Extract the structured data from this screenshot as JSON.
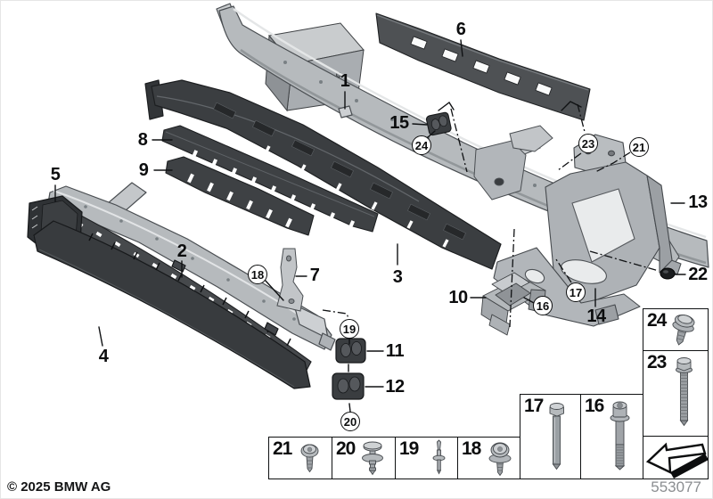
{
  "footer": {
    "copyright": "© 2025 BMW AG",
    "doc_number": "553077"
  },
  "callouts": {
    "p1": "1",
    "p2": "2",
    "p3": "3",
    "p4": "4",
    "p5": "5",
    "p6": "6",
    "p7": "7",
    "p8": "8",
    "p9": "9",
    "p10": "10",
    "p11": "11",
    "p12": "12",
    "p13": "13",
    "p14": "14",
    "p15": "15",
    "p22": "22",
    "c16": "16",
    "c17": "17",
    "c18": "18",
    "c19": "19",
    "c20": "20",
    "c21": "21",
    "c23": "23",
    "c24": "24"
  },
  "legend": {
    "b21": {
      "label": "21",
      "icon": "pan-head-screw-icon"
    },
    "b20": {
      "label": "20",
      "icon": "expansion-rivet-icon"
    },
    "b19": {
      "label": "19",
      "icon": "blind-rivet-icon"
    },
    "b18": {
      "label": "18",
      "icon": "washer-head-screw-icon"
    },
    "b17": {
      "label": "17",
      "icon": "long-hex-bolt-icon"
    },
    "b16": {
      "label": "16",
      "icon": "torx-flange-bolt-icon"
    },
    "b24": {
      "label": "24",
      "icon": "hex-flange-screw-icon"
    },
    "b23": {
      "label": "23",
      "icon": "threaded-hex-bolt-icon"
    },
    "arrow": {
      "icon": "direction-of-travel-arrow-icon"
    }
  },
  "colors": {
    "background": "#ffffff",
    "line": "#111315",
    "part_light_gray": "#b6babd",
    "part_dark_gray": "#3c3f42",
    "panel_gray": "#4e5154",
    "doc_number_gray": "#8b8e91"
  }
}
